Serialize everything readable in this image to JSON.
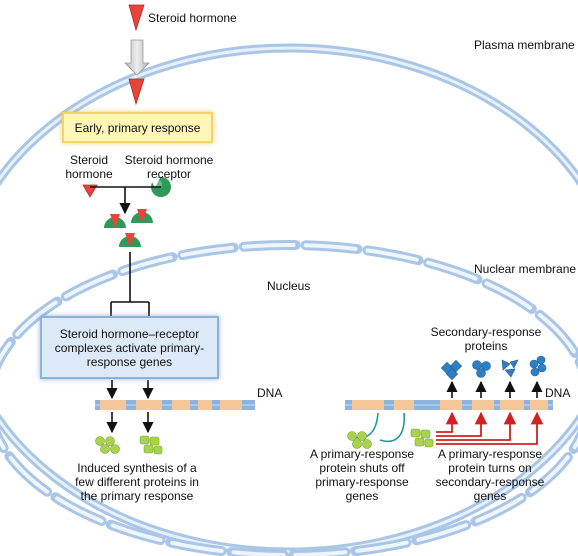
{
  "labels": {
    "steroid_hormone_top": "Steroid hormone",
    "plasma_membrane": "Plasma membrane",
    "early_primary_response": "Early, primary response",
    "steroid_hormone_line1": "Steroid",
    "steroid_hormone_line2": "hormone",
    "receptor_line1": "Steroid hormone",
    "receptor_line2": "receptor",
    "nuclear_membrane": "Nuclear membrane",
    "nucleus": "Nucleus",
    "complex_box_line1": "Steroid hormone–receptor",
    "complex_box_line2": "complexes activate primary-",
    "complex_box_line3": "response genes",
    "secondary_proteins_line1": "Secondary-response",
    "secondary_proteins_line2": "proteins",
    "dna_left": "DNA",
    "dna_right": "DNA",
    "induced_line1": "Induced synthesis of a",
    "induced_line2": "few different proteins in",
    "induced_line3": "the primary response",
    "shuts_off_line1": "A primary-response",
    "shuts_off_line2": "protein shuts off",
    "shuts_off_line3": "primary-response",
    "shuts_off_line4": "genes",
    "turns_on_line1": "A primary-response",
    "turns_on_line2": "protein turns on",
    "turns_on_line3": "secondary-response",
    "turns_on_line4": "genes"
  },
  "colors": {
    "membrane": "#a9c6e6",
    "hormone": "#e8453a",
    "receptor": "#2e9a5a",
    "dna_blue": "#8db4dd",
    "dna_orange": "#f3c79a",
    "primary_protein": "#a9d24f",
    "secondary_protein": "#2f7fc4",
    "activation_arrow": "#d42020",
    "repression_line": "#1a9a9a"
  }
}
